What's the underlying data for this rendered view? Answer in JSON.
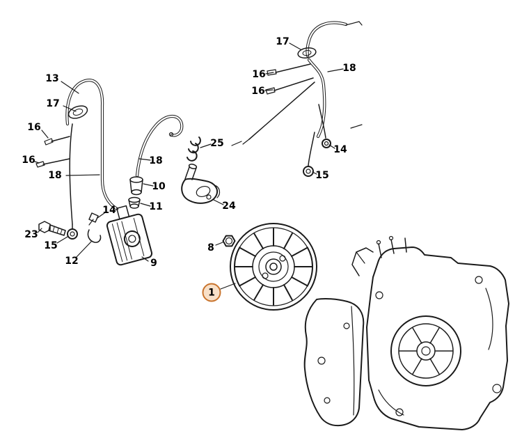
{
  "diagram": {
    "background_color": "#ffffff",
    "line_color": "#1a1a1a",
    "highlight": {
      "ring_color": "#c8732c",
      "fill_color": "#f8e0c8",
      "part": "1"
    },
    "callouts": [
      {
        "part": "13"
      },
      {
        "part": "17"
      },
      {
        "part": "16"
      },
      {
        "part": "16"
      },
      {
        "part": "18"
      },
      {
        "part": "23"
      },
      {
        "part": "15"
      },
      {
        "part": "12"
      },
      {
        "part": "14"
      },
      {
        "part": "9"
      },
      {
        "part": "11"
      },
      {
        "part": "10"
      },
      {
        "part": "18"
      },
      {
        "part": "25"
      },
      {
        "part": "24"
      },
      {
        "part": "8"
      },
      {
        "part": "17"
      },
      {
        "part": "16"
      },
      {
        "part": "16"
      },
      {
        "part": "18"
      },
      {
        "part": "14"
      },
      {
        "part": "15"
      },
      {
        "part": "1",
        "highlighted": true
      }
    ]
  }
}
